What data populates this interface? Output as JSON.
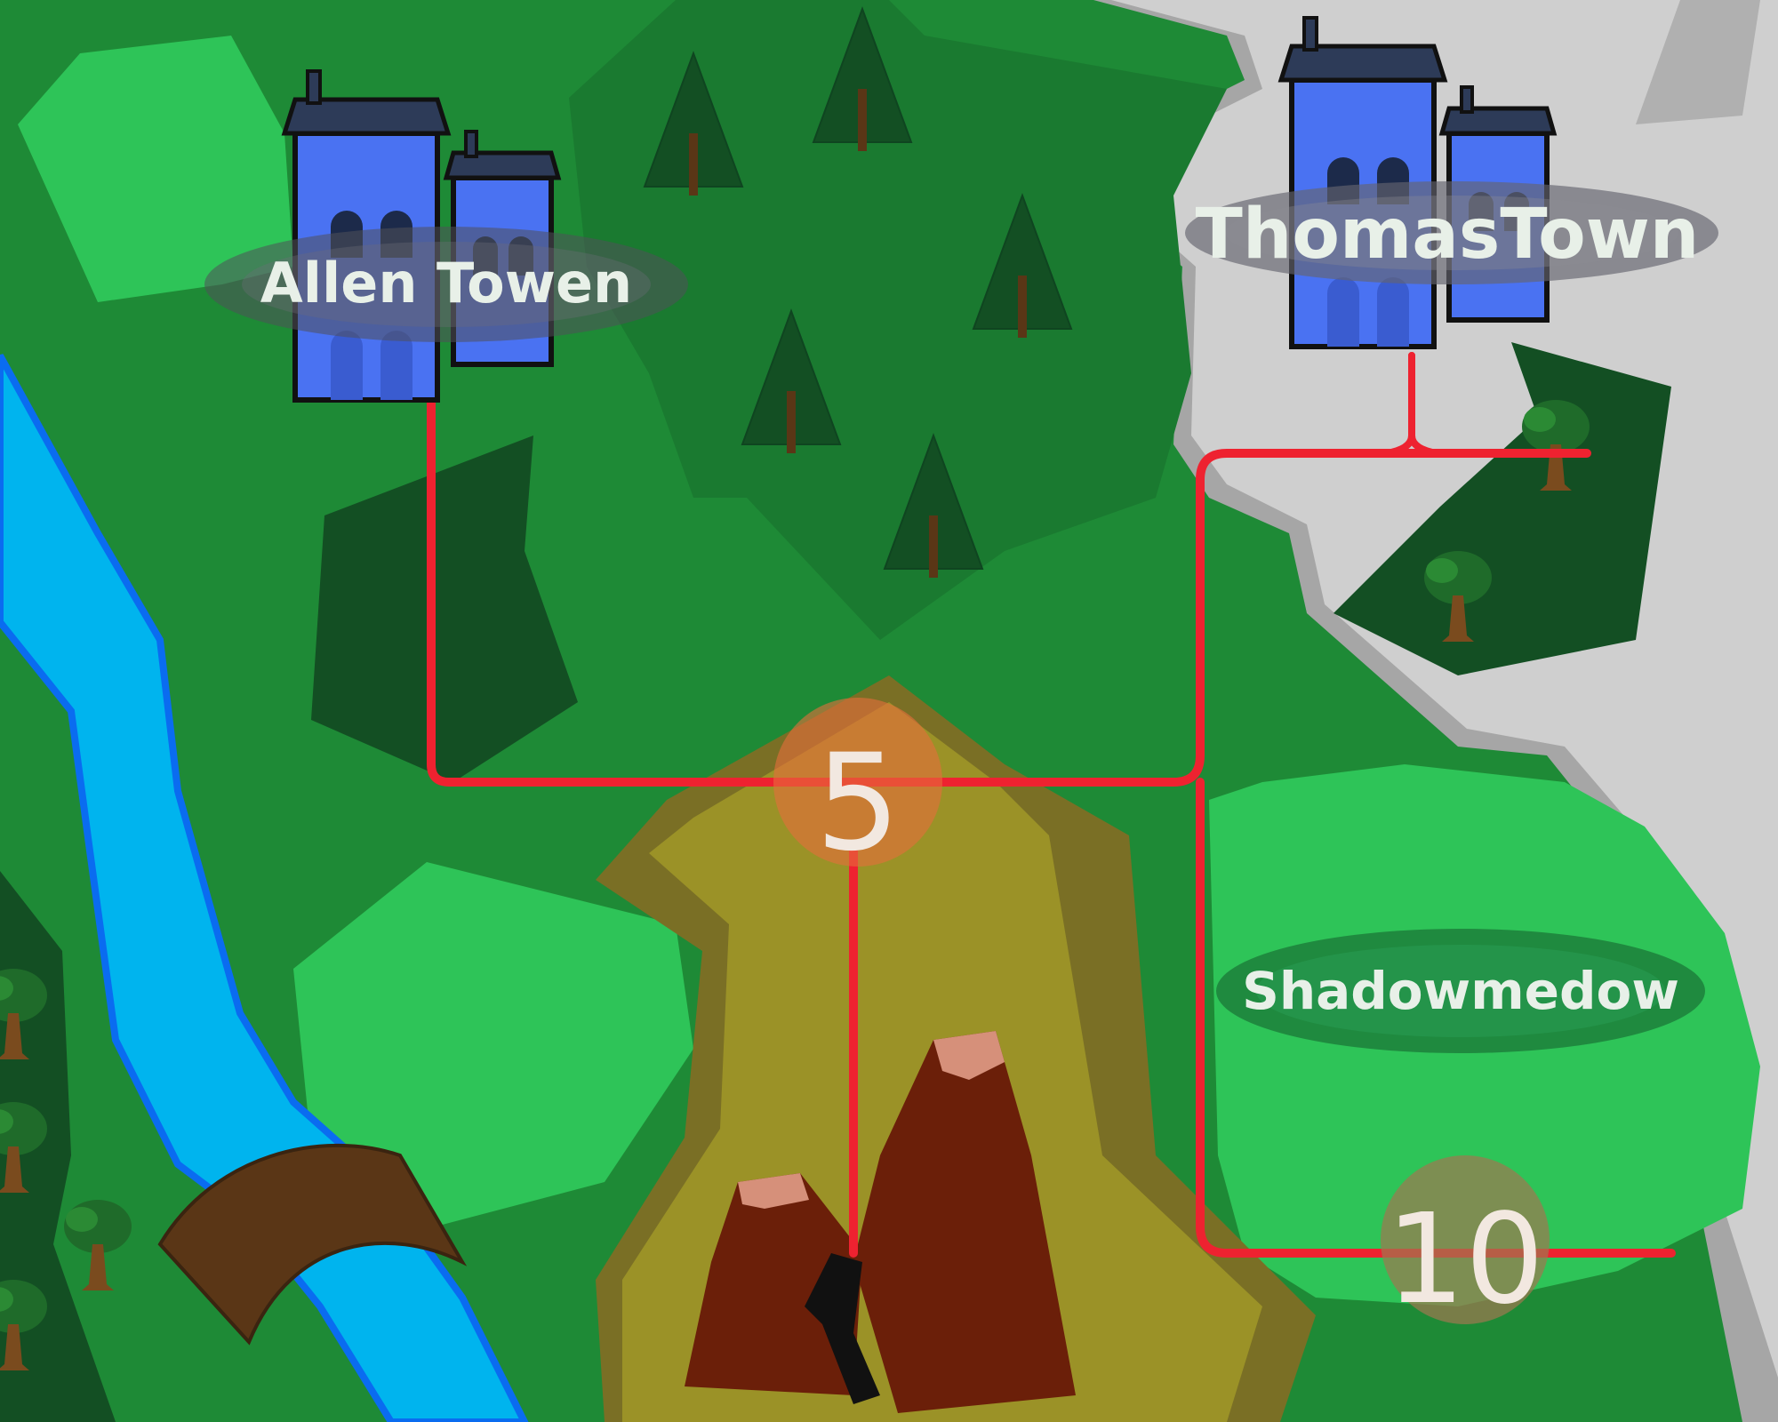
{
  "map": {
    "towns": [
      {
        "id": "allen",
        "label": "Allen Towen"
      },
      {
        "id": "thomas",
        "label": "ThomasTown"
      }
    ],
    "regions": [
      {
        "id": "shadowmedow",
        "label": "Shadowmedow"
      }
    ],
    "routes": [
      {
        "id": "route-5",
        "number": "5"
      },
      {
        "id": "route-10",
        "number": "10"
      }
    ],
    "colors": {
      "grass": "#1e8a36",
      "light_grass": "#2ec458",
      "forest": "#134f23",
      "river": "#00b4ee",
      "river_edge": "#0a6cf0",
      "mountain_area": "#cfcfcf",
      "path": "#9b9227",
      "route_line": "#ee2230",
      "building": "#4a72f2"
    }
  }
}
